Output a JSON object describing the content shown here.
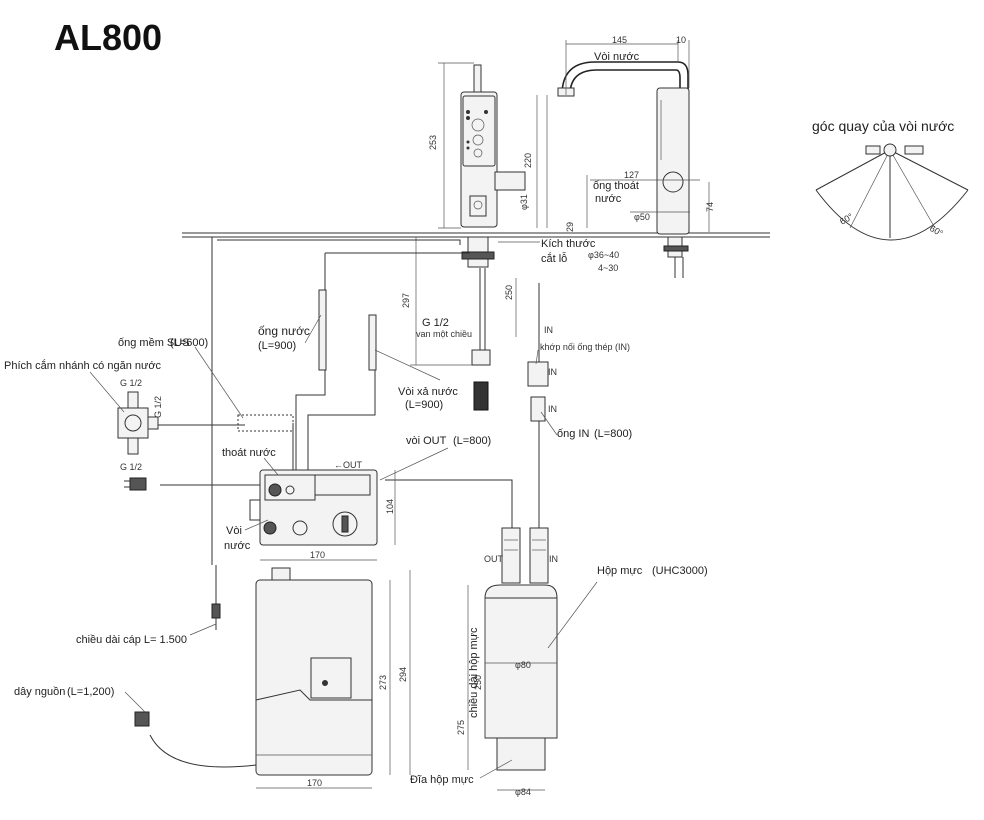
{
  "title": "AL800",
  "labels": {
    "faucet": "Vòi nước",
    "rotation_angle": "góc quay của vòi nước",
    "angle_left": "60°",
    "angle_right": "60°",
    "drain_pipe_line1": "ống thoát",
    "drain_pipe_line2": "nước",
    "hole_size_line1": "Kích thước",
    "hole_size_line2": "cắt lỗ",
    "hole_diameter": "φ36~40",
    "hole_thickness": "4~30",
    "water_pipe": "ống nước",
    "water_pipe_len": "(L=900)",
    "check_valve_size": "G 1/2",
    "check_valve": "van một chiều",
    "steel_joint": "khớp nối ống thép (IN)",
    "in_1": "IN",
    "in_2": "IN",
    "in_3": "IN",
    "in_4": "IN",
    "sus_hose": "ống mềm SUS",
    "sus_hose_len": "(L=600)",
    "branch_plug": "Phích cắm nhánh có ngăn nước",
    "g_top": "G 1/2",
    "g_side": "G 1/2",
    "g_bottom": "G 1/2",
    "drain_faucet": "Vòi xả nước",
    "drain_faucet_len": "(L=900)",
    "in_pipe": "ống IN",
    "in_pipe_len": "(L=800)",
    "out_faucet": "vòi OUT",
    "out_faucet_len": "(L=800)",
    "drain": "thoát nước",
    "out_arrow": "←OUT",
    "faucet2_line1": "Vòi",
    "faucet2_line2": "nước",
    "out_small": "OUT",
    "in_small": "IN",
    "cartridge_box": "Hộp mực",
    "cartridge_model": "(UHC3000)",
    "cable_length": "chiều dài cáp L= 1.500",
    "power_cord": "dây nguồn",
    "power_cord_len": "(L=1,200)",
    "cartridge_length": "chiều dài hộp mực",
    "cartridge_base": "Đĩa hộp mực"
  },
  "dimensions": {
    "d145": "145",
    "d10": "10",
    "d253": "253",
    "d220": "220",
    "d127": "127",
    "d31": "φ31",
    "d74": "74",
    "d29": "29",
    "d50": "φ50",
    "d297": "297",
    "d250a": "250",
    "d104": "104",
    "d170a": "170",
    "d273": "273",
    "d294": "294",
    "d170b": "170",
    "d275": "275",
    "d250b": "250",
    "d80": "φ80",
    "d84": "φ84"
  }
}
